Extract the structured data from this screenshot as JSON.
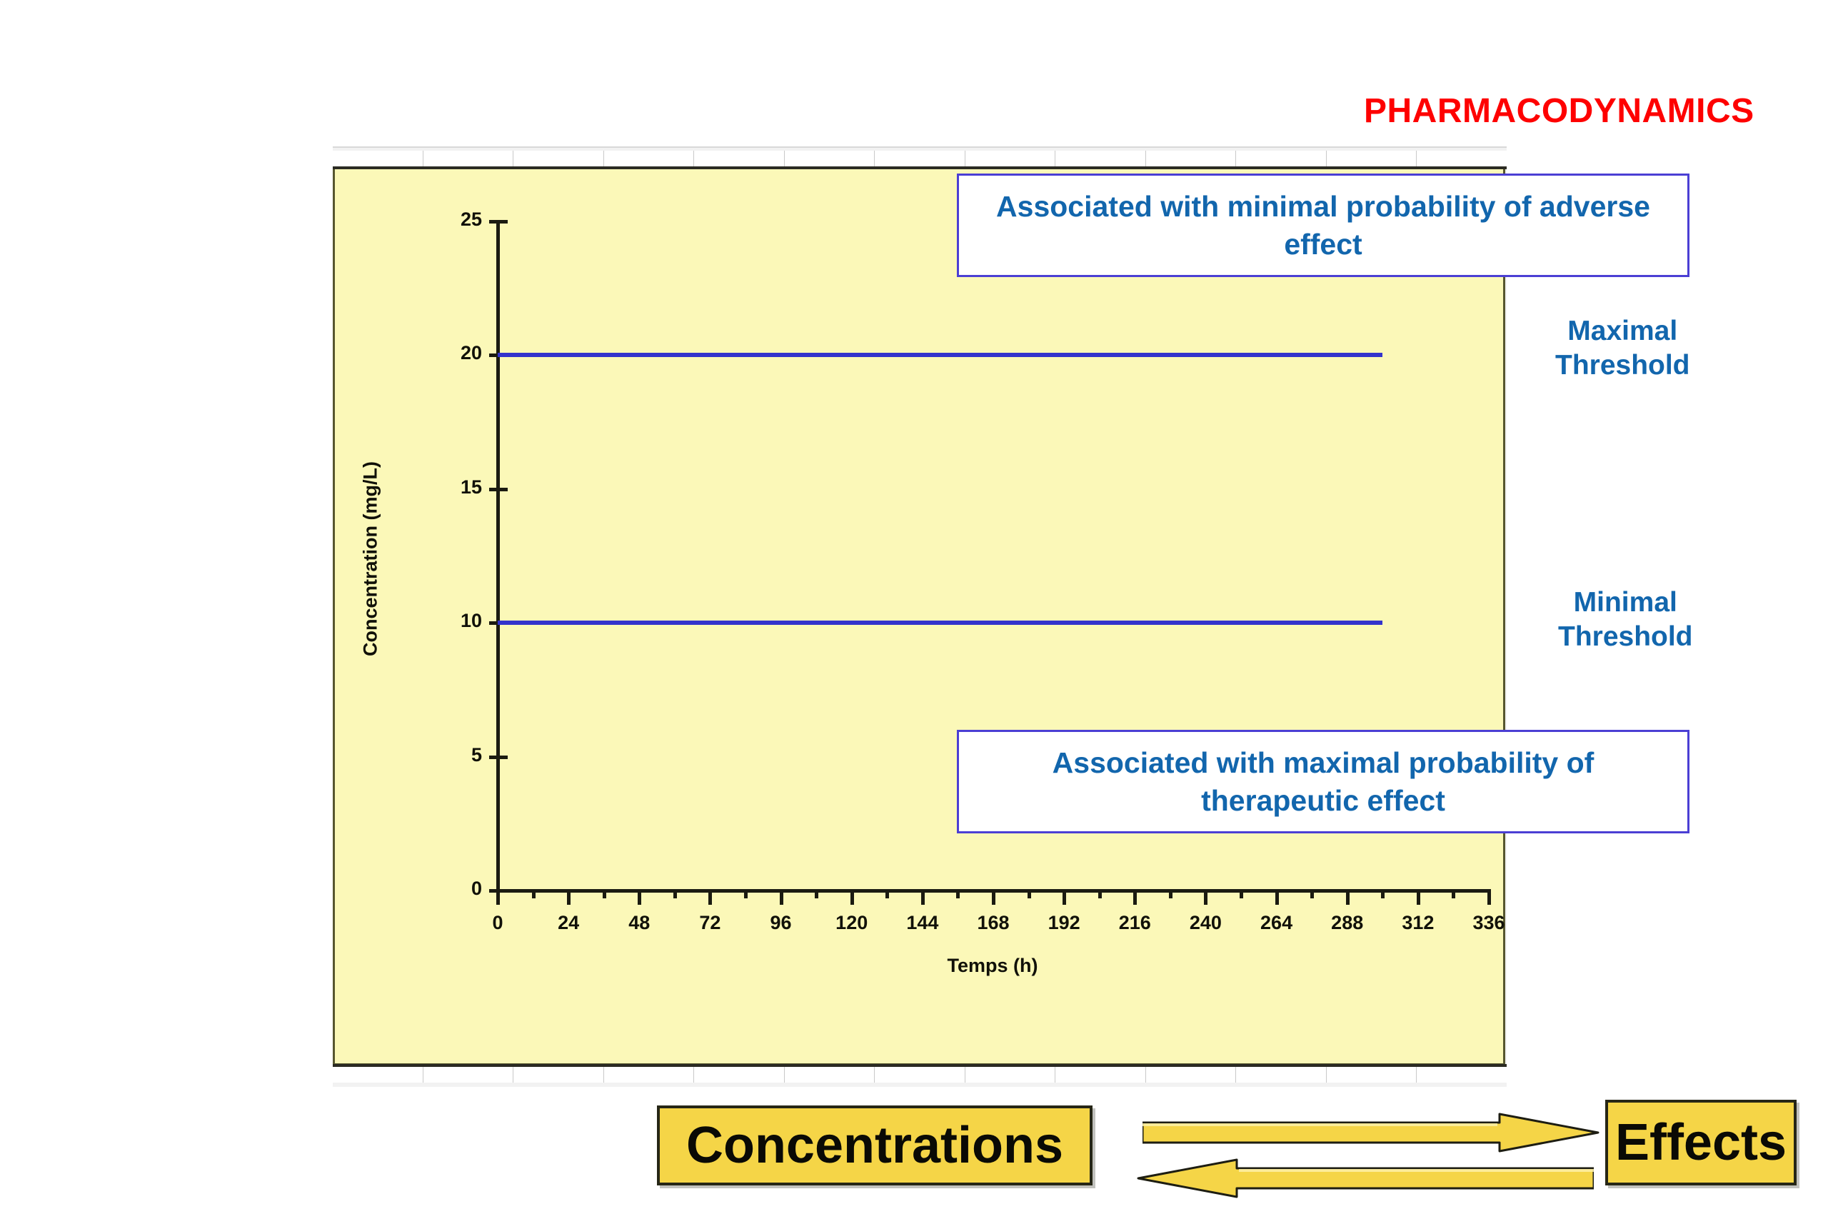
{
  "title": "PHARMACODYNAMICS",
  "callouts": {
    "adverse": "Associated with minimal probability of adverse effect",
    "therapeutic": "Associated with maximal probability of therapeutic effect"
  },
  "threshold_labels": {
    "maximal": "Maximal Threshold",
    "minimal": "Minimal Threshold"
  },
  "bottom": {
    "concentrations": "Concentrations",
    "effects": "Effects",
    "arrow_right": "arrow-right-icon",
    "arrow_left": "arrow-left-icon"
  },
  "colors": {
    "title_red": "#fe0000",
    "panel_yellow": "#fbf8b8",
    "threshold_blue": "#3333cc",
    "text_blue": "#1266ad",
    "callout_border": "#4b3fd4",
    "box_yellow": "#f5d547"
  },
  "chart_data": {
    "type": "line",
    "title": "",
    "xlabel": "Temps (h)",
    "ylabel": "Concentration (mg/L)",
    "xlim": [
      0,
      336
    ],
    "ylim": [
      0,
      25
    ],
    "xticks": [
      0,
      24,
      48,
      72,
      96,
      120,
      144,
      168,
      192,
      216,
      240,
      264,
      288,
      312,
      336
    ],
    "yticks": [
      0,
      5,
      10,
      15,
      20,
      25
    ],
    "grid": false,
    "legend": "none",
    "series": [
      {
        "name": "Maximal Threshold",
        "type": "horizontal-line",
        "value": 20,
        "x_start": 0,
        "x_end": 300,
        "color": "#3333cc"
      },
      {
        "name": "Minimal Threshold",
        "type": "horizontal-line",
        "value": 10,
        "x_start": 0,
        "x_end": 300,
        "color": "#3333cc"
      }
    ],
    "annotations": [
      "Associated with minimal probability of adverse effect",
      "Associated with maximal probability of therapeutic effect",
      "Maximal Threshold",
      "Minimal Threshold"
    ]
  }
}
